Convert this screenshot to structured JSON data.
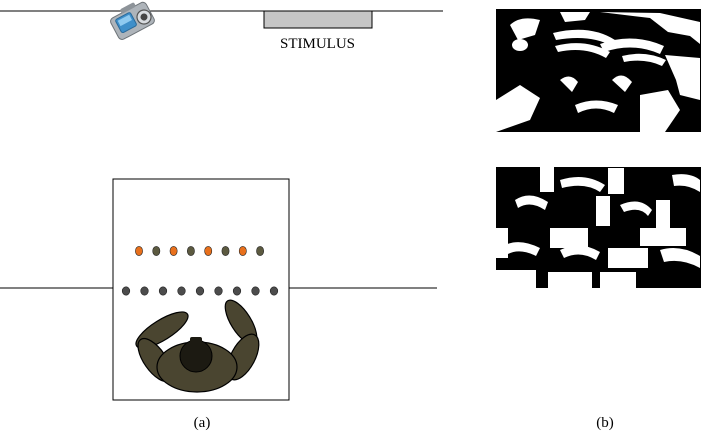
{
  "stimulus_label": "STIMULUS",
  "caption_a": "(a)",
  "caption_b": "(b)",
  "colors": {
    "line": "#000000",
    "stimulus_panel": "#c6c6c6",
    "orange_dot": "#e8701c",
    "olive_dot": "#5c5a40",
    "gray_dot": "#4c4c4c",
    "subject_body": "#4a4530",
    "subject_head": "#1c1a12"
  },
  "icons": {
    "camera": "camera-icon",
    "subject": "monkey-topdown-icon",
    "face_intact": "chimpanzee-face-image",
    "face_scrambled": "scrambled-chimpanzee-face-image"
  },
  "upper_dot_row": [
    "orange",
    "olive",
    "orange",
    "olive",
    "orange",
    "olive",
    "orange",
    "olive"
  ],
  "lower_dot_row": [
    "gray",
    "gray",
    "gray",
    "gray",
    "gray",
    "gray",
    "gray",
    "gray",
    "gray"
  ]
}
